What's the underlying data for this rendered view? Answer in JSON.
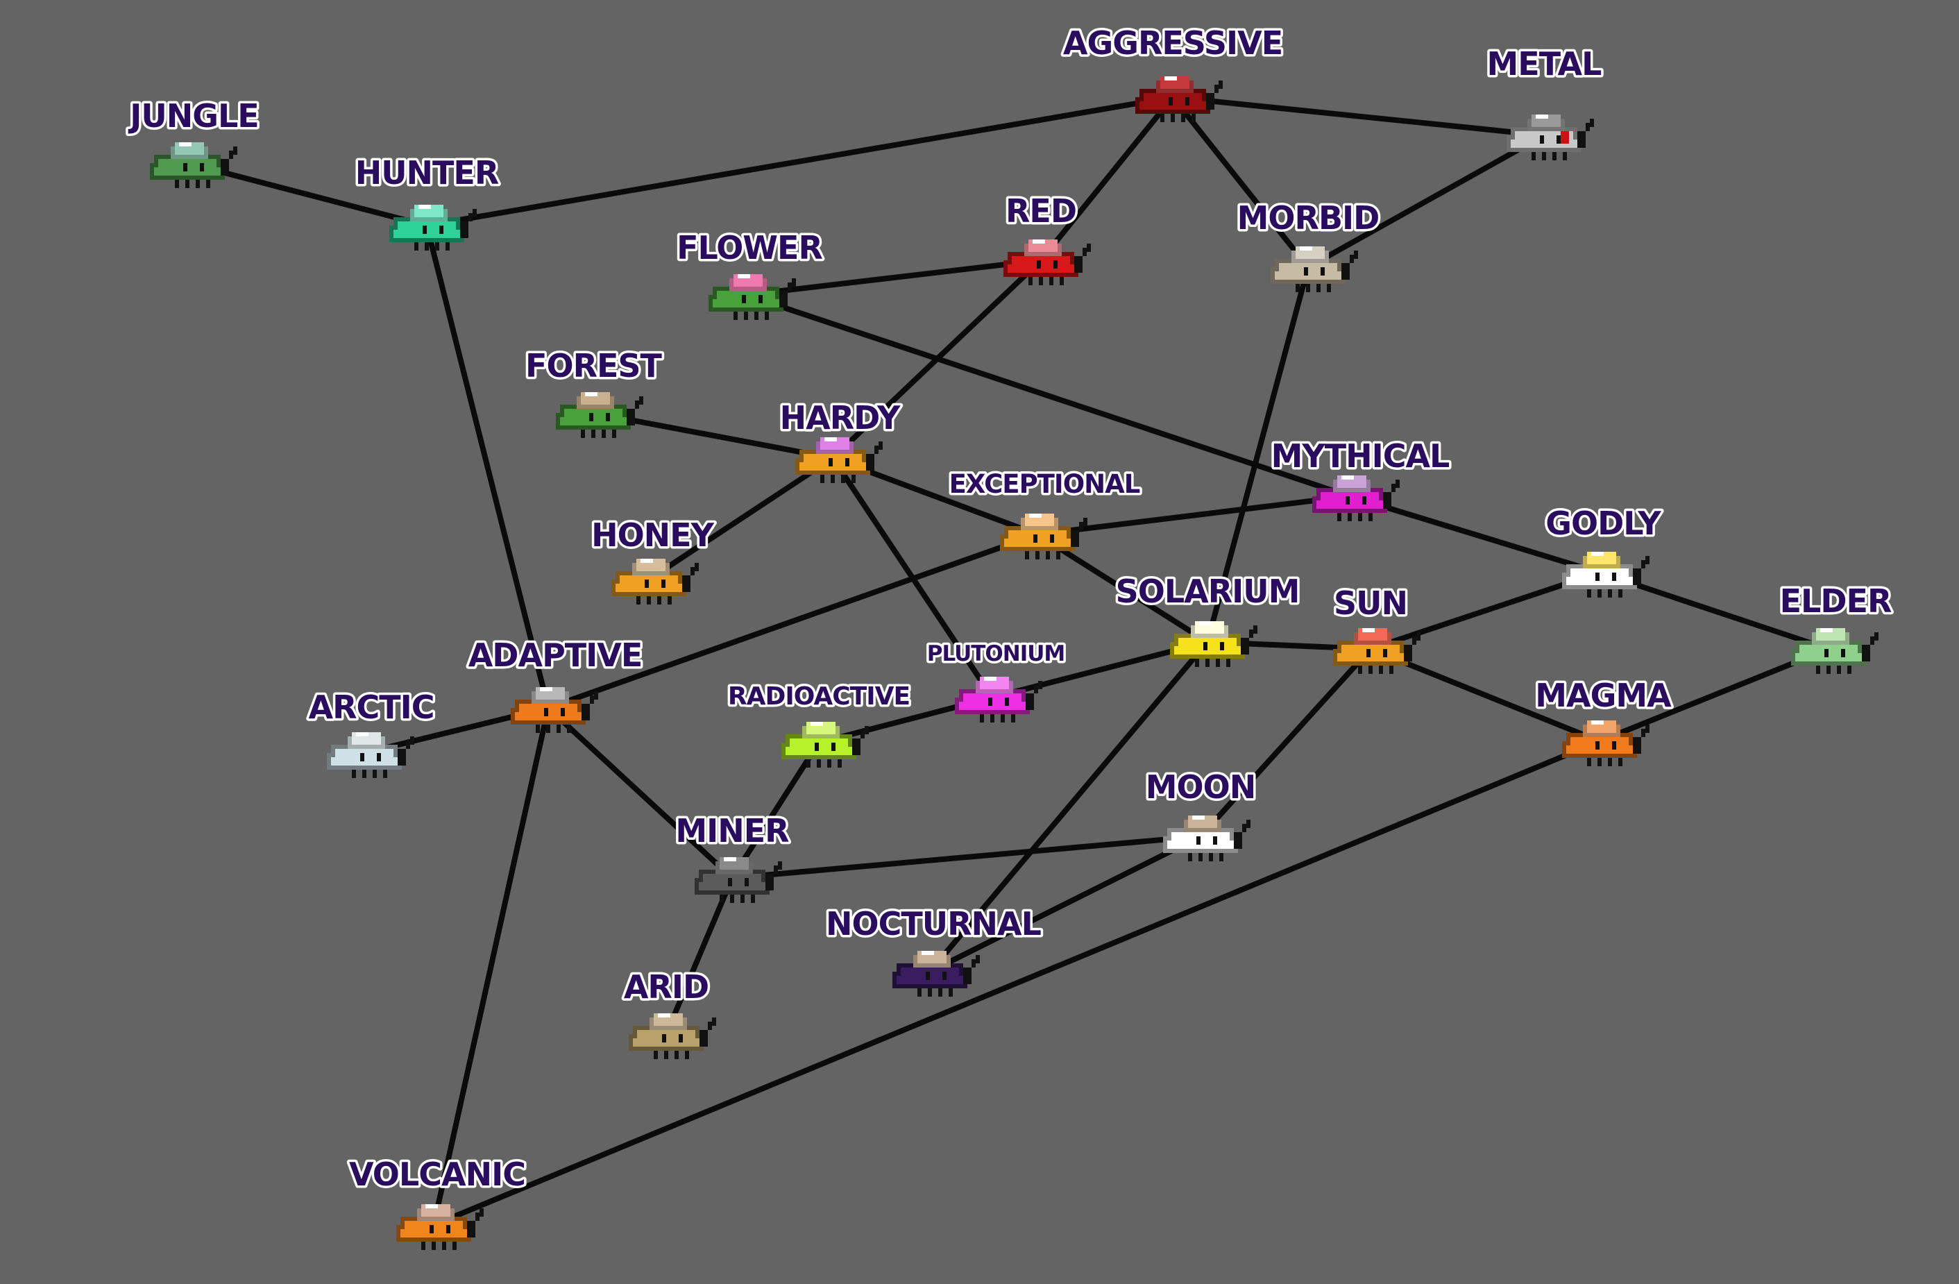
{
  "nodes": [
    {
      "id": "aggressive",
      "label": "AGGRESSIVE",
      "body": "#9a1010",
      "shell": "#c43a3a"
    },
    {
      "id": "metal",
      "label": "METAL",
      "body": "#c8c8c8",
      "shell": "#9a9a9a",
      "accent": "#cc1111"
    },
    {
      "id": "jungle",
      "label": "JUNGLE",
      "body": "#4f9a4f",
      "shell": "#93c9b4"
    },
    {
      "id": "hunter",
      "label": "HUNTER",
      "body": "#2ed39a",
      "shell": "#7fe8c7"
    },
    {
      "id": "red",
      "label": "RED",
      "body": "#d61a1a",
      "shell": "#e98a94"
    },
    {
      "id": "flower",
      "label": "FLOWER",
      "body": "#49a13c",
      "shell": "#f07ab0"
    },
    {
      "id": "morbid",
      "label": "MORBID",
      "body": "#c8bba4",
      "shell": "#d6cfc4"
    },
    {
      "id": "forest",
      "label": "FOREST",
      "body": "#49a13c",
      "shell": "#cbb08e"
    },
    {
      "id": "hardy",
      "label": "HARDY",
      "body": "#f0a124",
      "shell": "#df80e6"
    },
    {
      "id": "mythical",
      "label": "MYTHICAL",
      "body": "#e01fcf",
      "shell": "#c9a3d8"
    },
    {
      "id": "exceptional",
      "label": "EXCEPTIONAL",
      "body": "#f0a124",
      "shell": "#f7c58c"
    },
    {
      "id": "honey",
      "label": "HONEY",
      "body": "#f0a124",
      "shell": "#d8bd9c"
    },
    {
      "id": "godly",
      "label": "GODLY",
      "body": "#ffffff",
      "shell": "#ffe46a"
    },
    {
      "id": "solarium",
      "label": "SOLARIUM",
      "body": "#f5e21c",
      "shell": "#fffde0"
    },
    {
      "id": "sun",
      "label": "SUN",
      "body": "#f0a124",
      "shell": "#f06a55"
    },
    {
      "id": "elder",
      "label": "ELDER",
      "body": "#8fd18c",
      "shell": "#bfe5b5"
    },
    {
      "id": "adaptive",
      "label": "ADAPTIVE",
      "body": "#ee7a1c",
      "shell": "#b8b8b8"
    },
    {
      "id": "plutonium",
      "label": "PLUTONIUM",
      "body": "#ef2fe5",
      "shell": "#f285ef"
    },
    {
      "id": "arctic",
      "label": "ARCTIC",
      "body": "#cfe1e6",
      "shell": "#dde7e8"
    },
    {
      "id": "radioactive",
      "label": "RADIOACTIVE",
      "body": "#b6f22a",
      "shell": "#d7f77c"
    },
    {
      "id": "magma",
      "label": "MAGMA",
      "body": "#f07a1c",
      "shell": "#f2a56a"
    },
    {
      "id": "moon",
      "label": "MOON",
      "body": "#ffffff",
      "shell": "#cbb39a"
    },
    {
      "id": "miner",
      "label": "MINER",
      "body": "#5b5b5b",
      "shell": "#8a8a8a"
    },
    {
      "id": "nocturnal",
      "label": "NOCTURNAL",
      "body": "#3a1d60",
      "shell": "#c9b39a"
    },
    {
      "id": "arid",
      "label": "ARID",
      "body": "#b9a16a",
      "shell": "#cdb99a"
    },
    {
      "id": "volcanic",
      "label": "VOLCANIC",
      "body": "#f0851c",
      "shell": "#d6b1a0"
    }
  ],
  "edges": [
    [
      "jungle",
      "hunter"
    ],
    [
      "hunter",
      "aggressive"
    ],
    [
      "aggressive",
      "metal"
    ],
    [
      "aggressive",
      "morbid"
    ],
    [
      "aggressive",
      "red"
    ],
    [
      "metal",
      "morbid"
    ],
    [
      "flower",
      "red"
    ],
    [
      "flower",
      "mythical"
    ],
    [
      "red",
      "hardy"
    ],
    [
      "forest",
      "hardy"
    ],
    [
      "hardy",
      "honey"
    ],
    [
      "hardy",
      "exceptional"
    ],
    [
      "hardy",
      "plutonium"
    ],
    [
      "exceptional",
      "mythical"
    ],
    [
      "exceptional",
      "solarium"
    ],
    [
      "exceptional",
      "adaptive"
    ],
    [
      "mythical",
      "godly"
    ],
    [
      "morbid",
      "solarium"
    ],
    [
      "godly",
      "sun"
    ],
    [
      "godly",
      "elder"
    ],
    [
      "solarium",
      "sun"
    ],
    [
      "solarium",
      "plutonium"
    ],
    [
      "solarium",
      "nocturnal"
    ],
    [
      "sun",
      "magma"
    ],
    [
      "sun",
      "moon"
    ],
    [
      "elder",
      "magma"
    ],
    [
      "plutonium",
      "radioactive"
    ],
    [
      "hunter",
      "adaptive"
    ],
    [
      "arctic",
      "adaptive"
    ],
    [
      "adaptive",
      "miner"
    ],
    [
      "adaptive",
      "volcanic"
    ],
    [
      "radioactive",
      "miner"
    ],
    [
      "miner",
      "moon"
    ],
    [
      "miner",
      "arid"
    ],
    [
      "moon",
      "nocturnal"
    ],
    [
      "volcanic",
      "magma"
    ]
  ]
}
